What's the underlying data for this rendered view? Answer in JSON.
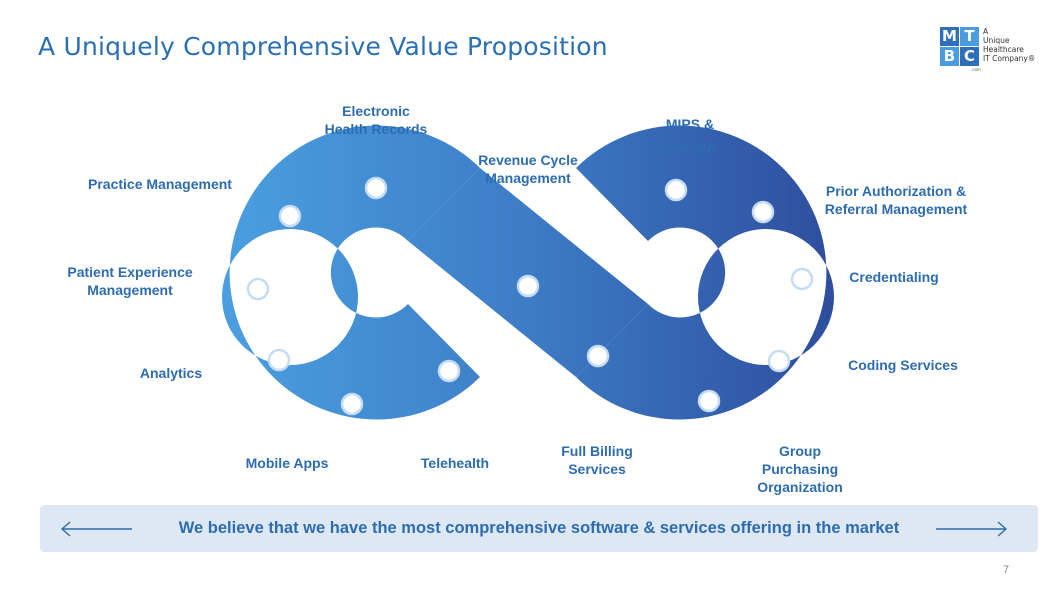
{
  "slide": {
    "title": "A Uniquely Comprehensive Value Proposition",
    "page_number": "7"
  },
  "logo": {
    "letters": [
      "M",
      "T",
      "B",
      "C"
    ],
    "dotcom": ".com",
    "tagline": "A\nUnique\nHealthcare\nIT Company",
    "registered": "®"
  },
  "diagram": {
    "colors": {
      "left": "#4a9fe0",
      "middle": "#3d7cc6",
      "right": "#2e4e9e",
      "node_ring": "#c5dcf2"
    },
    "labels": [
      "Electronic\nHealth Records",
      "Practice Management",
      "Patient Experience\nManagement",
      "Analytics",
      "Mobile Apps",
      "Telehealth",
      "Revenue Cycle\nManagement",
      "Full Billing\nServices",
      "MIPS &\nMACRA",
      "Prior Authorization &\nReferral Management",
      "Credentialing",
      "Coding Services",
      "Group\nPurchasing\nOrganization"
    ]
  },
  "banner": {
    "text": "We believe that we have the most comprehensive software & services offering in the market"
  }
}
